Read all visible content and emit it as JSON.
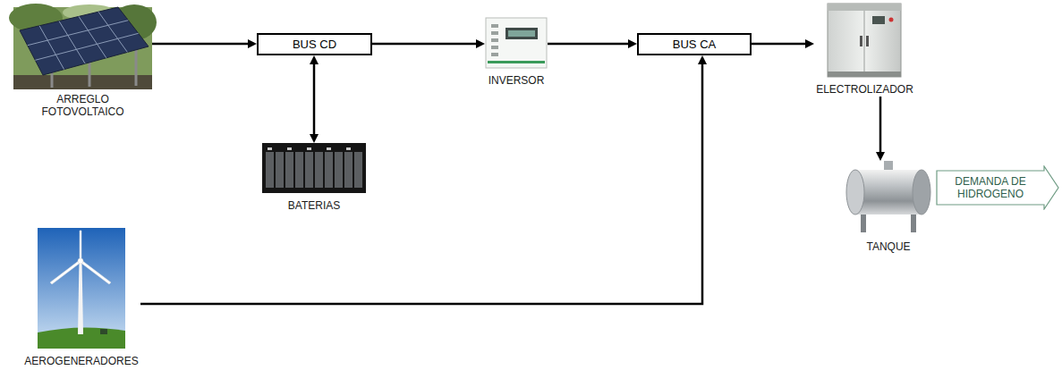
{
  "diagram": {
    "nodes": [
      {
        "text": [
          "ARREGLO FOTOVOLTAICO"
        ]
      },
      {
        "text": [
          "BUS CD"
        ]
      },
      {
        "text": [
          "INVERSOR"
        ]
      },
      {
        "text": [
          "BUS CA"
        ]
      },
      {
        "text": [
          "ELECTROLIZADOR"
        ]
      },
      {
        "text": [
          "BATERIAS"
        ]
      },
      {
        "text": [
          "TANQUE"
        ]
      },
      {
        "text": [
          "DEMANDA DE HIDROGENO"
        ]
      },
      {
        "text": [
          "AEROGENERADORES"
        ]
      }
    ],
    "edges": [
      {
        "from": 0,
        "to": 1,
        "arrow": "to"
      },
      {
        "from": 1,
        "to": 5,
        "arrow": "both"
      },
      {
        "from": 1,
        "to": 2,
        "arrow": "to"
      },
      {
        "from": 2,
        "to": 3,
        "arrow": "to"
      },
      {
        "from": 3,
        "to": 4,
        "arrow": "to"
      },
      {
        "from": 4,
        "to": 6,
        "arrow": "to"
      },
      {
        "from": 8,
        "to": 3,
        "arrow": "to"
      }
    ]
  }
}
